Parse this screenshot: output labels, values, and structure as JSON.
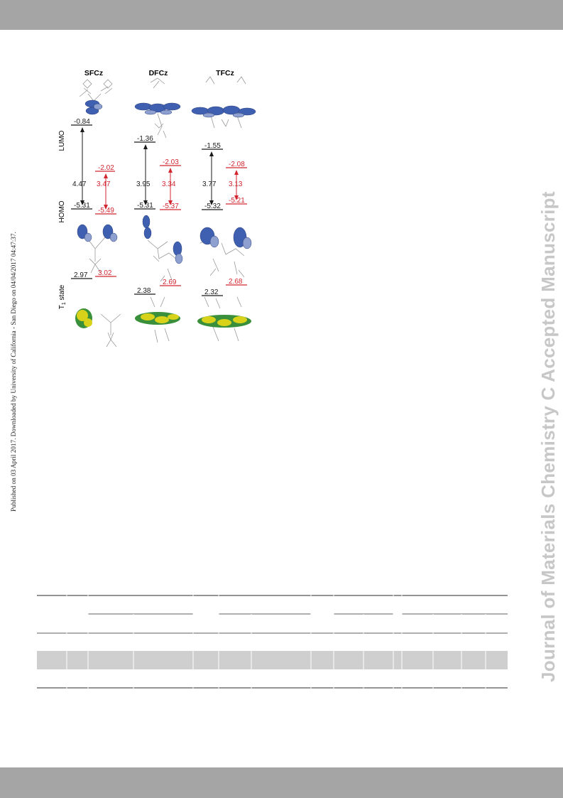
{
  "side_text_left": "Published on 03 April 2017. Downloaded by University of California - San Diego on 04/04/2017 04:47:37.",
  "side_text_right": "Journal of Materials Chemistry C Accepted Manuscript",
  "figure": {
    "row_labels": {
      "lumo": "LUMO",
      "homo": "HOMO",
      "t1_main": "T",
      "t1_sub": "1",
      "t1_rest": " state"
    },
    "columns": [
      {
        "name": "SFCz",
        "lumo": "-0.84",
        "gap": "4.47",
        "homo": "-5.31",
        "red_lumo": "-2.02",
        "red_gap": "3.47",
        "red_homo": "-5.49",
        "t1": "2.97",
        "red_t1": "3.02"
      },
      {
        "name": "DFCz",
        "lumo": "-1.36",
        "gap": "3.95",
        "homo": "-5.31",
        "red_lumo": "-2.03",
        "red_gap": "3.34",
        "red_homo": "-5.37",
        "t1": "2.38",
        "red_t1": "2.69"
      },
      {
        "name": "TFCz",
        "lumo": "-1.55",
        "gap": "3.77",
        "homo": "-5.32",
        "red_lumo": "-2.08",
        "red_gap": "3.13",
        "red_homo": "-5.21",
        "t1": "2.32",
        "red_t1": "2.68"
      }
    ],
    "colors": {
      "black": "#1a1a1a",
      "red": "#d22630",
      "orbital_blue": "#3f5fb0",
      "spin_yellow": "#d8d21a",
      "spin_green": "#3a8f3a"
    }
  },
  "colors": {
    "bar": "#a5a5a5",
    "watermark": "#c7c7c7",
    "table_shade": "#d0cfd0"
  }
}
